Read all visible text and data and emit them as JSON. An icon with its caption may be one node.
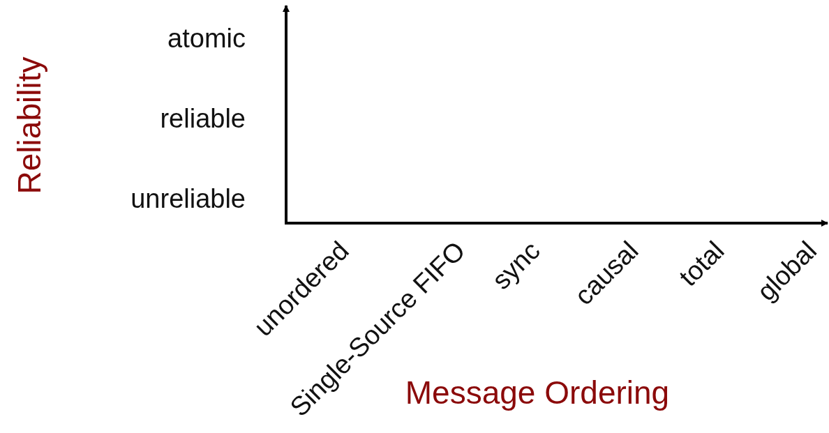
{
  "diagram": {
    "labels": [
      "Reliability",
      "atomic",
      "reliable",
      "unreliable",
      "unordered",
      "Single-Source FIFO",
      "sync",
      "causal",
      "total",
      "global",
      "Message Ordering"
    ]
  }
}
